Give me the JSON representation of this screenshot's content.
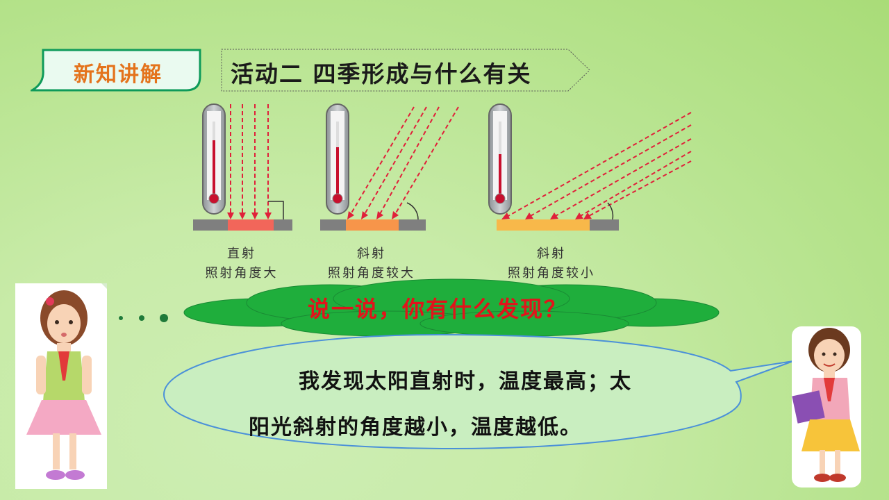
{
  "header": {
    "section_tag": "新知讲解",
    "activity_title": "活动二  四季形成与什么有关"
  },
  "diagrams": [
    {
      "caption_line1": "直射",
      "caption_line2": "照射角度大"
    },
    {
      "caption_line1": "斜射",
      "caption_line2": "照射角度较大"
    },
    {
      "caption_line1": "斜射",
      "caption_line2": "照射角度较小"
    }
  ],
  "prompt_cloud": {
    "text": "说一说，你有什么发现？"
  },
  "speech_bubble": {
    "line1": "我发现太阳直射时，温度最高；太",
    "line2": "阳光斜射的角度越小，温度越低。"
  },
  "colors": {
    "tag_green": "#0e9a5a",
    "cloud_green": "#1fae3c",
    "ray_red": "#e0203a",
    "plate1": "#f2665a",
    "plate2": "#f7954a",
    "plate3": "#f8b84a",
    "bubble_blue": "#4a90d9"
  }
}
